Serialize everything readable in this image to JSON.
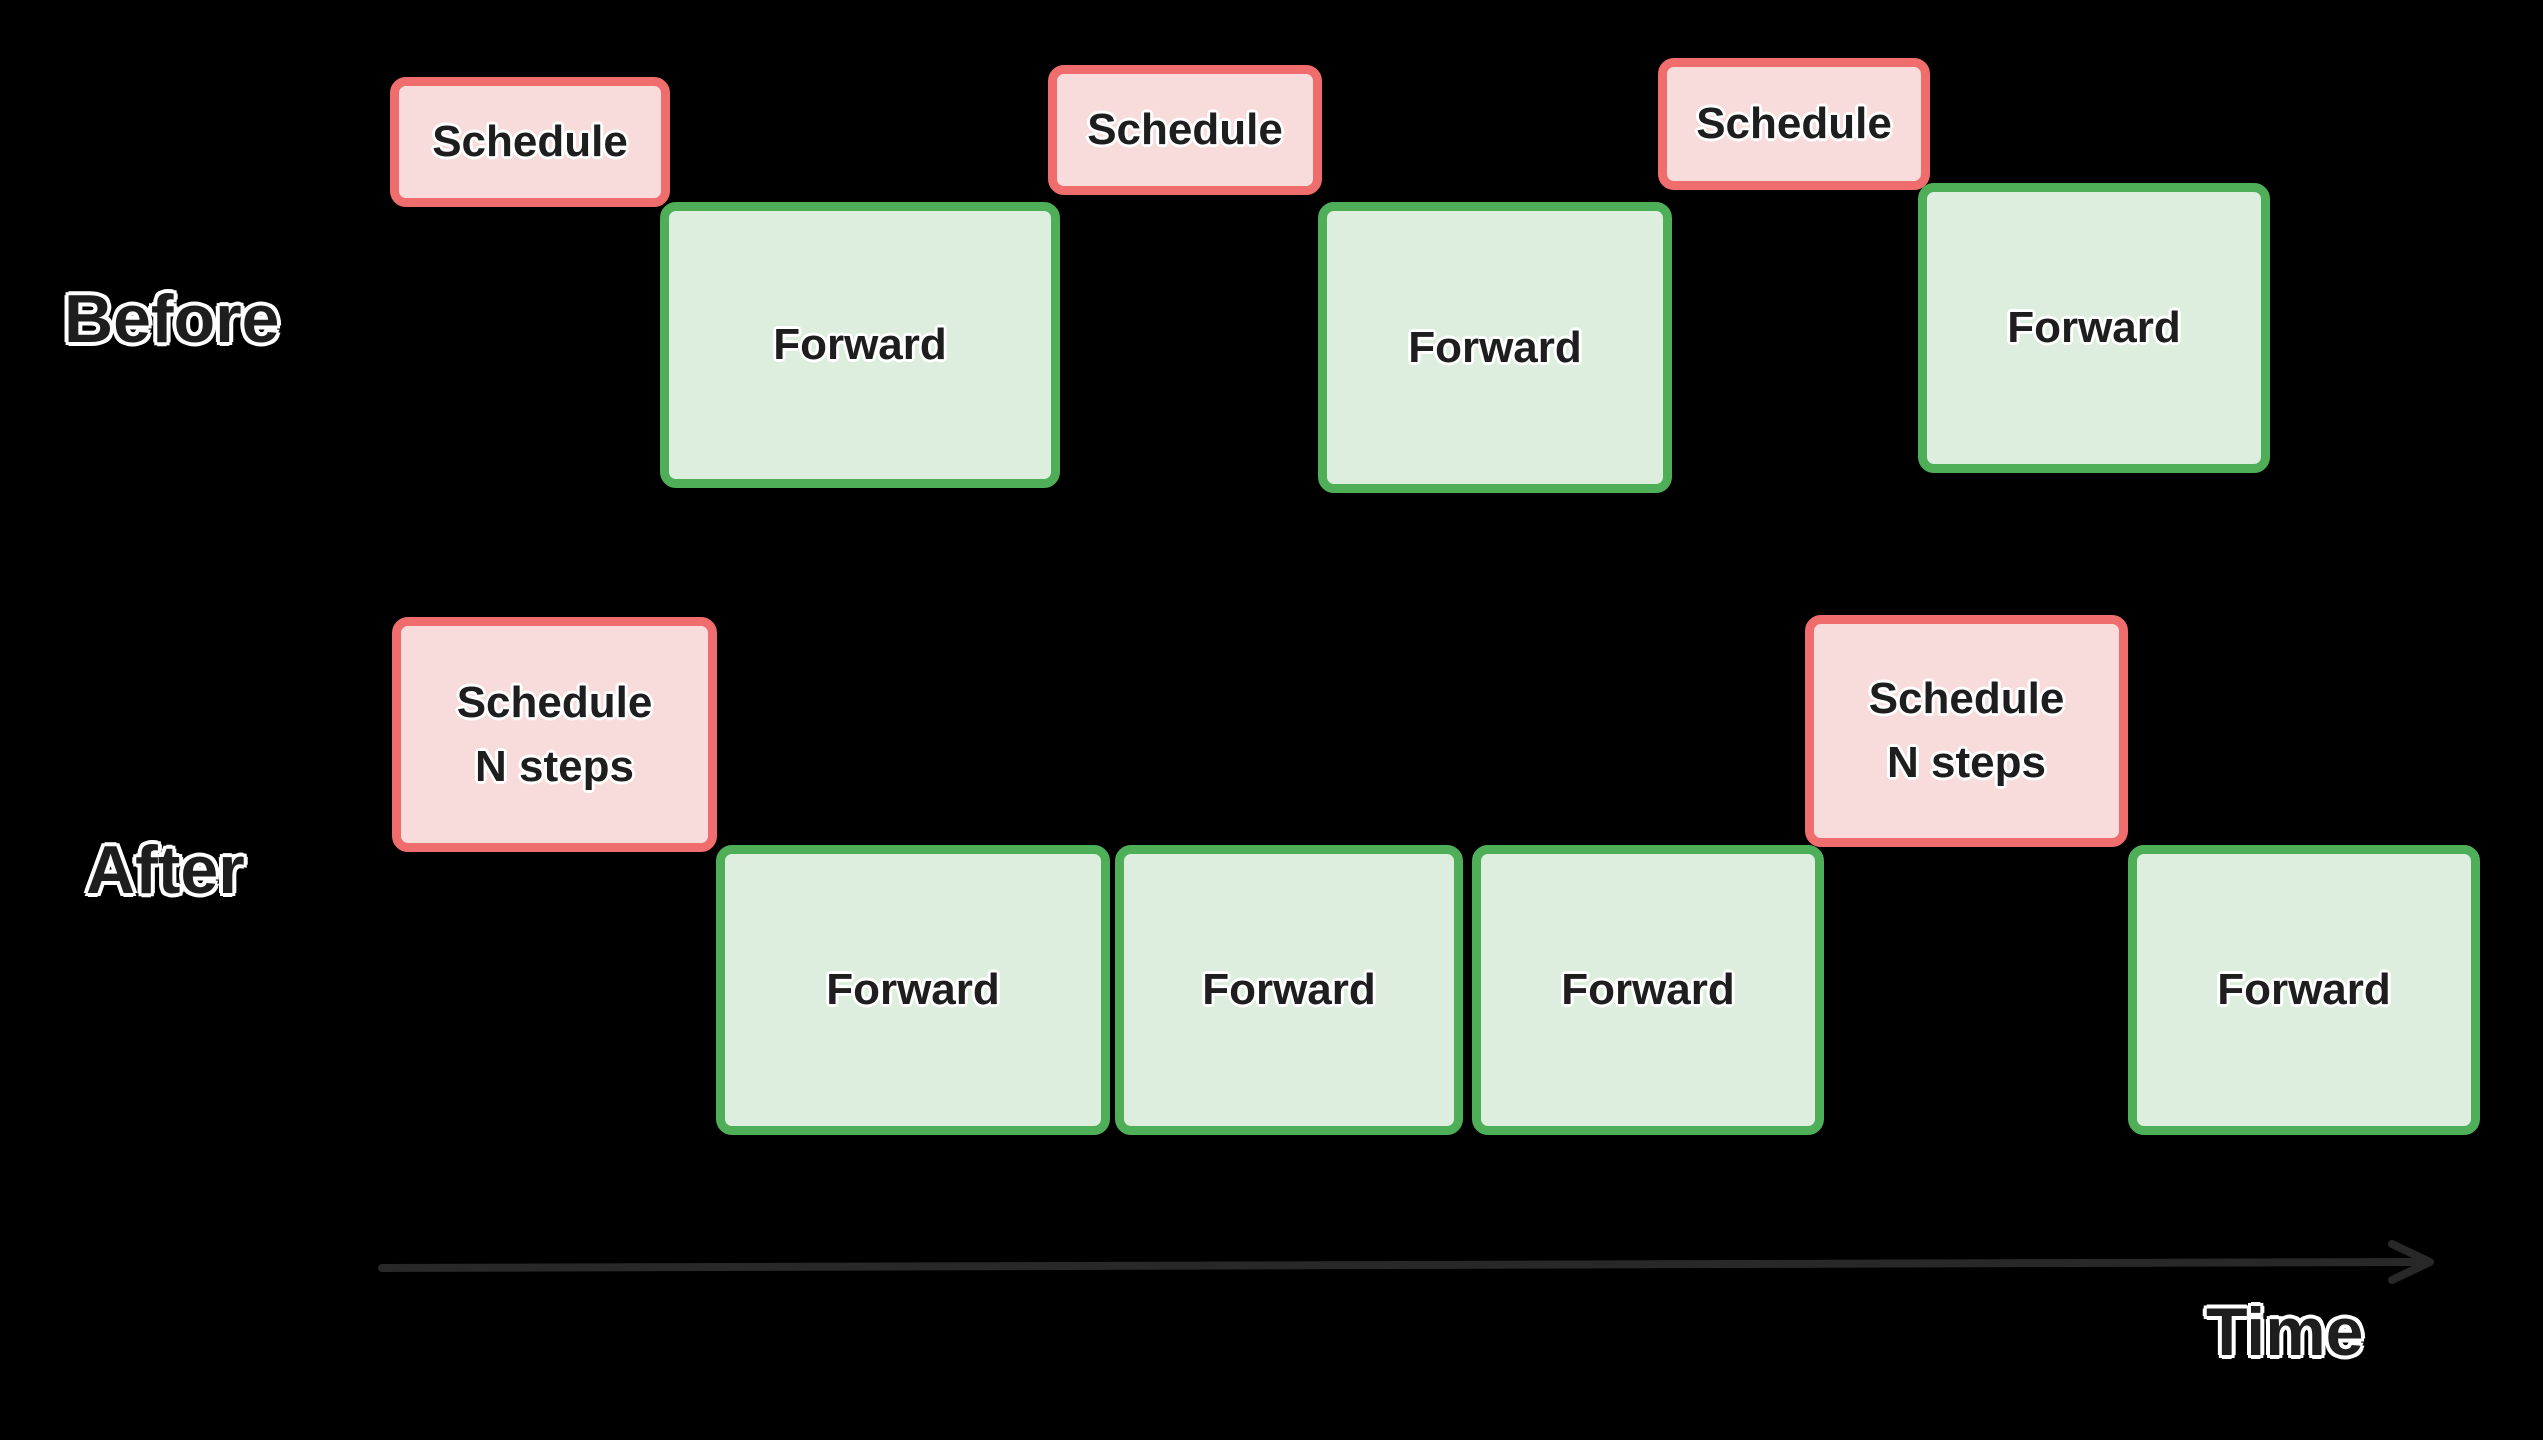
{
  "diagram": {
    "background": "#000000",
    "palette": {
      "schedule_fill": "#f8dcdc",
      "schedule_border": "#f06d6d",
      "forward_fill": "#deeede",
      "forward_border": "#4fae58",
      "text": "#1e1e1e",
      "text_outline": "#ffffff",
      "axis": "#282828"
    },
    "rows": {
      "before": {
        "label": "Before",
        "blocks": [
          {
            "kind": "schedule",
            "lines": [
              "Schedule"
            ]
          },
          {
            "kind": "forward",
            "lines": [
              "Forward"
            ]
          },
          {
            "kind": "schedule",
            "lines": [
              "Schedule"
            ]
          },
          {
            "kind": "forward",
            "lines": [
              "Forward"
            ]
          },
          {
            "kind": "schedule",
            "lines": [
              "Schedule"
            ]
          },
          {
            "kind": "forward",
            "lines": [
              "Forward"
            ]
          }
        ]
      },
      "after": {
        "label": "After",
        "blocks": [
          {
            "kind": "schedule",
            "lines": [
              "Schedule",
              "N steps"
            ]
          },
          {
            "kind": "forward",
            "lines": [
              "Forward"
            ]
          },
          {
            "kind": "forward",
            "lines": [
              "Forward"
            ]
          },
          {
            "kind": "forward",
            "lines": [
              "Forward"
            ]
          },
          {
            "kind": "schedule",
            "lines": [
              "Schedule",
              "N steps"
            ]
          },
          {
            "kind": "forward",
            "lines": [
              "Forward"
            ]
          }
        ]
      }
    },
    "axis": {
      "label": "Time"
    }
  }
}
